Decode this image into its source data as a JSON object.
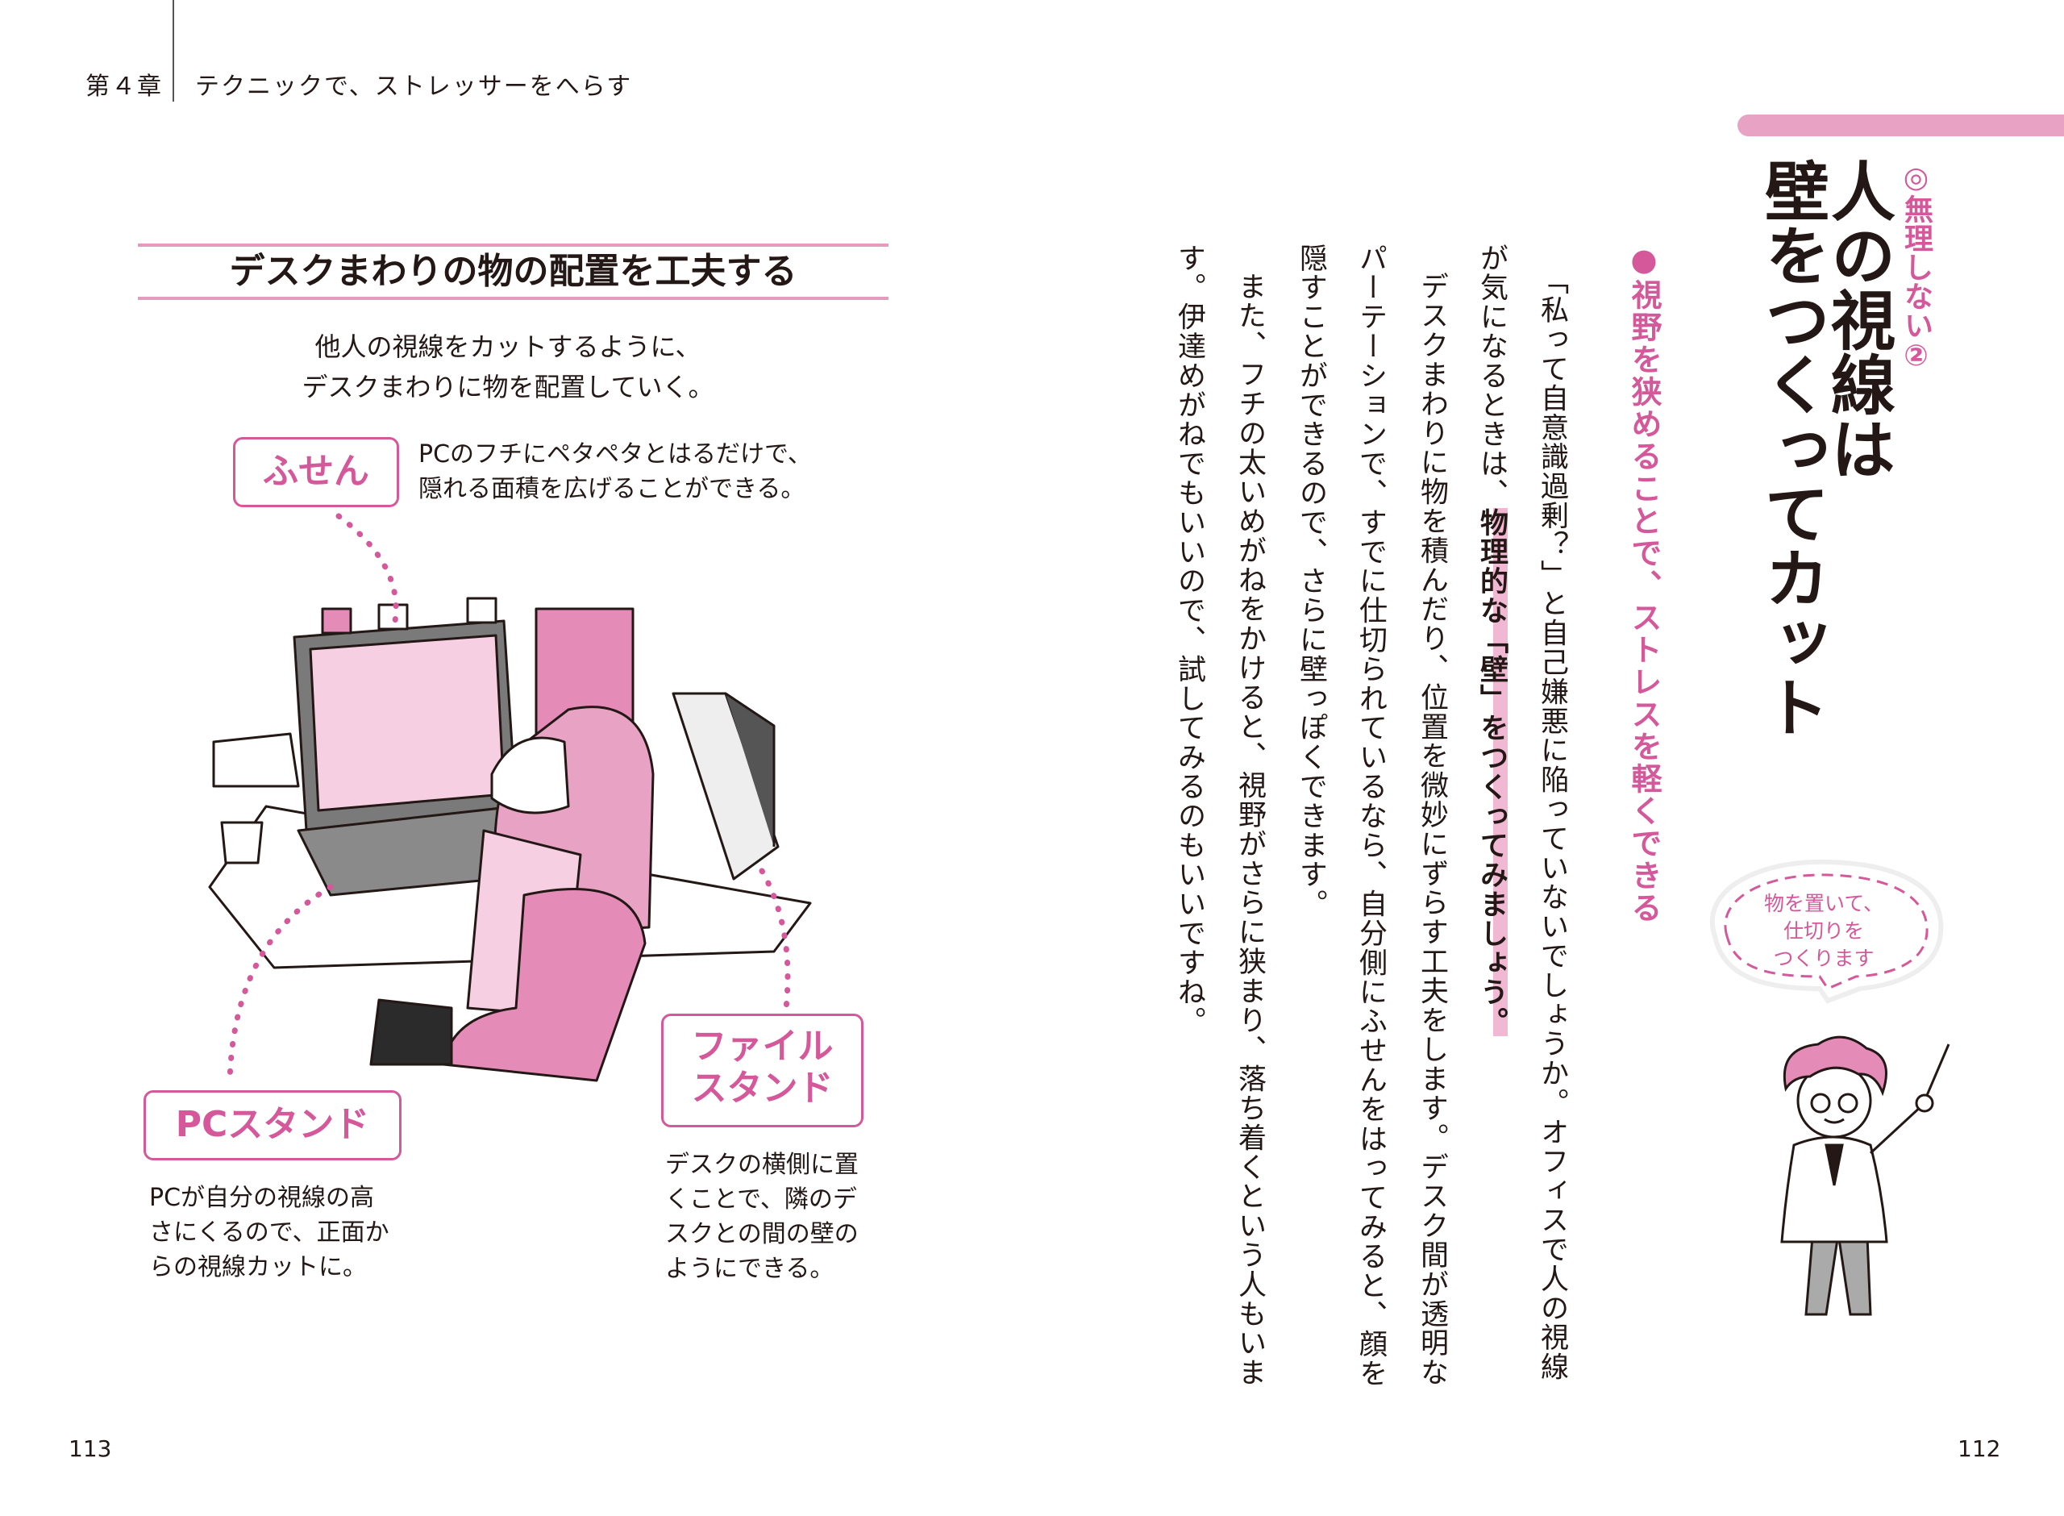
{
  "header": {
    "chapter": "第４章",
    "chapter_title": "テクニックで、ストレッサーをへらす"
  },
  "right_page": {
    "kicker": "◎無理しない②",
    "title_lines": [
      "人の視線は",
      "壁をつくってカット"
    ],
    "lead": "●視野を狭めることで、ストレスを軽くできる",
    "body_columns": [
      {
        "text": "「私って自意識過剰？」と自己嫌悪に陥っていないでしょうか。オフィスで人の視線"
      },
      {
        "text": "が気になるときは、",
        "highlight": "物理的な「壁」をつくってみましょう。"
      },
      {
        "text": "デスクまわりに物を積んだり、位置を微妙にずらす工夫をします。デスク間が透明な"
      },
      {
        "text": "パーテーションで、すでに仕切られているなら、自分側にふせんをはってみると、顔を"
      },
      {
        "text": "隠すことができるので、さらに壁っぽくできます。"
      },
      {
        "text": "また、フチの太いめがねをかけると、視野がさらに狭まり、落ち着くという人もいま"
      },
      {
        "text": "す。伊達めがねでもいいので、試してみるのもいいですね。"
      }
    ],
    "speech_bubble": [
      "物を置いて、",
      "仕切りを",
      "つくります"
    ],
    "page_number": "112"
  },
  "left_page": {
    "box_title": "デスクまわりの物の配置を工夫する",
    "subtitle": [
      "他人の視線をカットするように、",
      "デスクまわりに物を配置していく。"
    ],
    "callouts": [
      {
        "label": "ふせん",
        "desc": [
          "PCのフチにペタペタとはるだけで、",
          "隠れる面積を広げることができる。"
        ]
      },
      {
        "label": "PCスタンド",
        "desc": [
          "PCが自分の視線の高",
          "さにくるので、正面か",
          "らの視線カットに。"
        ]
      },
      {
        "label": [
          "ファイル",
          "スタンド"
        ],
        "desc": [
          "デスクの横側に置",
          "くことで、隣のデ",
          "スクとの間の壁の",
          "ようにできる。"
        ]
      }
    ],
    "page_number": "113"
  },
  "colors": {
    "accent": "#d4589a",
    "rule": "#e59bbd",
    "bar": "#e8a3c4"
  }
}
